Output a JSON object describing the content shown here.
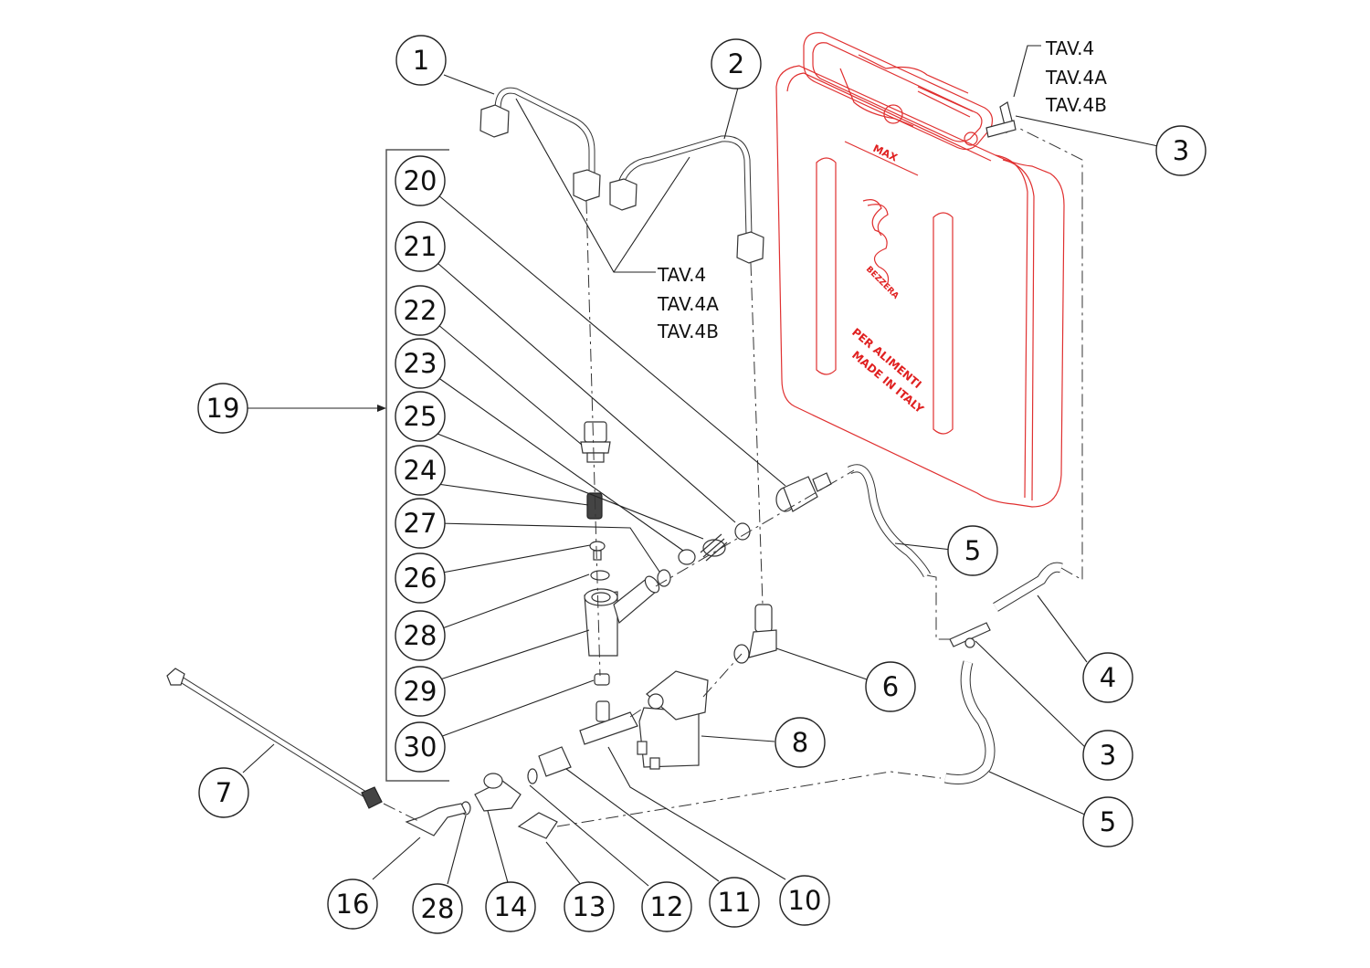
{
  "title": "Water tank and solenoid valve exploded parts diagram",
  "colors": {
    "tank_outline": "#e03030",
    "line": "#222222",
    "background": "#ffffff"
  },
  "tank": {
    "max_label": "MAX",
    "brand_label": "BEZZERA",
    "food_label": "PER ALIMENTI",
    "origin_label": "MADE IN ITALY"
  },
  "references": {
    "top_right": [
      "TAV.4",
      "TAV.4A",
      "TAV.4B"
    ],
    "center": [
      "TAV.4",
      "TAV.4A",
      "TAV.4B"
    ]
  },
  "group_bracket": {
    "label": "19",
    "members": [
      "20",
      "21",
      "22",
      "23",
      "25",
      "24",
      "27",
      "26",
      "28",
      "29",
      "30"
    ]
  },
  "balloons": {
    "b1": "1",
    "b2": "2",
    "b3a": "3",
    "b3b": "3",
    "b4": "4",
    "b5a": "5",
    "b5b": "5",
    "b6": "6",
    "b7": "7",
    "b8": "8",
    "b10": "10",
    "b11": "11",
    "b12": "12",
    "b13": "13",
    "b14": "14",
    "b16": "16",
    "b28b": "28",
    "b19": "19",
    "b20": "20",
    "b21": "21",
    "b22": "22",
    "b23": "23",
    "b25": "25",
    "b24": "24",
    "b27": "27",
    "b26": "26",
    "b28": "28",
    "b29": "29",
    "b30": "30"
  }
}
